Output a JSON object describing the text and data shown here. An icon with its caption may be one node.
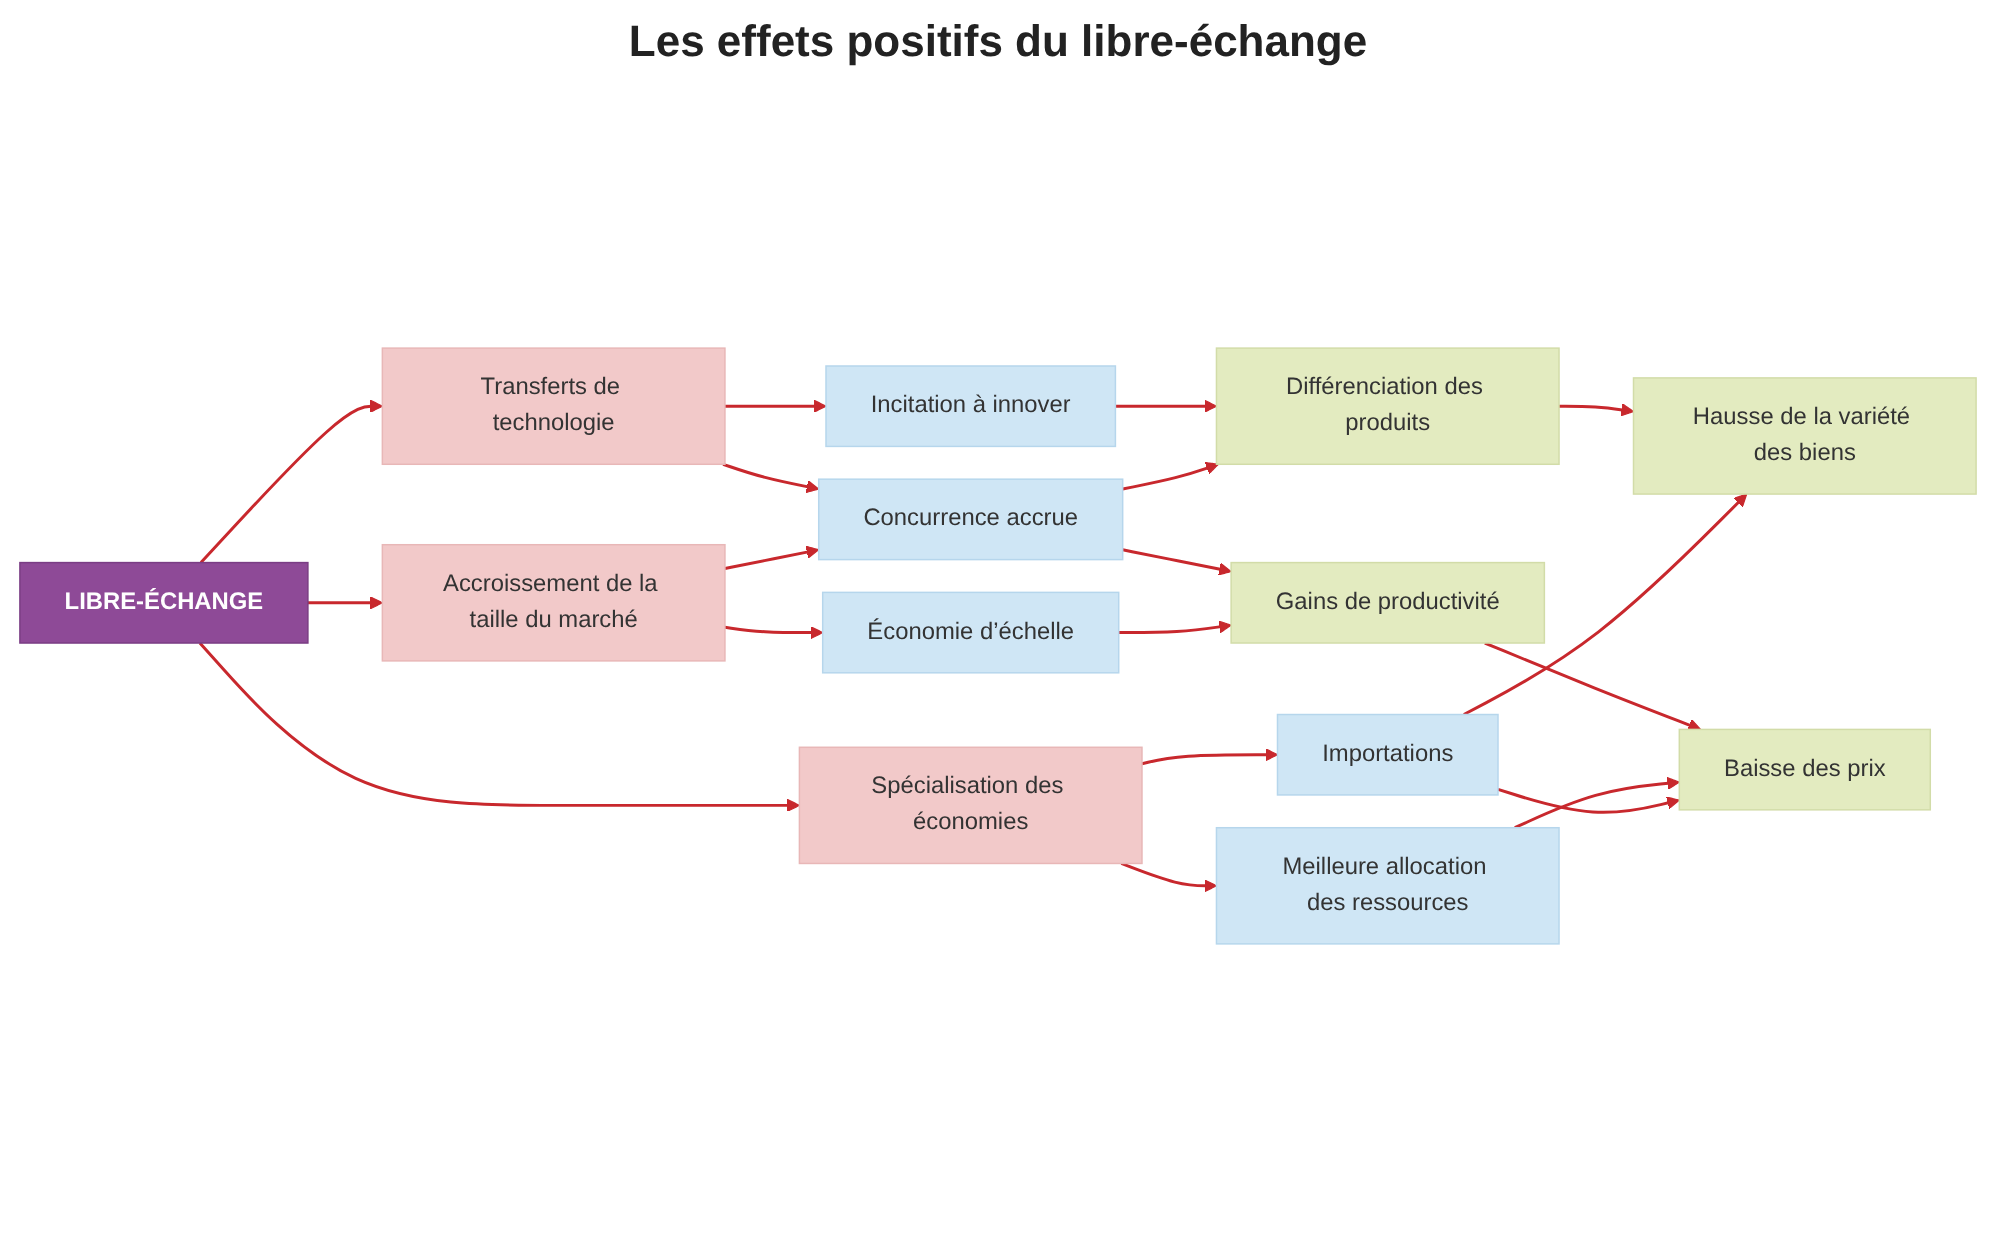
{
  "diagram": {
    "title": "Les effets positifs du libre-échange",
    "nodes": [
      {
        "text": [
          "LIBRE-ÉCHANGE"
        ]
      },
      {
        "text": [
          "Spécialisation des économies"
        ]
      },
      {
        "text": [
          "Accroissement de la taille du marché"
        ]
      },
      {
        "text": [
          "Transferts de technologie"
        ]
      },
      {
        "text": [
          "Importations"
        ]
      },
      {
        "text": [
          "Meilleure allocation des ressources"
        ]
      },
      {
        "text": [
          "Économie d’échelle"
        ]
      },
      {
        "text": [
          "Concurrence accrue"
        ]
      },
      {
        "text": [
          "Incitation à innover"
        ]
      },
      {
        "text": [
          "Hausse de la variété des biens"
        ]
      },
      {
        "text": [
          "Baisse des prix"
        ]
      },
      {
        "text": [
          "Gains de productivité"
        ]
      },
      {
        "text": [
          "Différenciation des produits"
        ]
      }
    ],
    "edges": [
      {
        "from": 0,
        "to": 1,
        "arrow": "to"
      },
      {
        "from": 0,
        "to": 2,
        "arrow": "to"
      },
      {
        "from": 0,
        "to": 3,
        "arrow": "to"
      },
      {
        "from": 1,
        "to": 4,
        "arrow": "to"
      },
      {
        "from": 1,
        "to": 5,
        "arrow": "to"
      },
      {
        "from": 2,
        "to": 6,
        "arrow": "to"
      },
      {
        "from": 2,
        "to": 7,
        "arrow": "to"
      },
      {
        "from": 3,
        "to": 7,
        "arrow": "to"
      },
      {
        "from": 3,
        "to": 8,
        "arrow": "to"
      },
      {
        "from": 4,
        "to": 9,
        "arrow": "to"
      },
      {
        "from": 4,
        "to": 10,
        "arrow": "to"
      },
      {
        "from": 5,
        "to": 10,
        "arrow": "to"
      },
      {
        "from": 6,
        "to": 11,
        "arrow": "to"
      },
      {
        "from": 7,
        "to": 11,
        "arrow": "to"
      },
      {
        "from": 7,
        "to": 12,
        "arrow": "to"
      },
      {
        "from": 8,
        "to": 12,
        "arrow": "to"
      },
      {
        "from": 11,
        "to": 10,
        "arrow": "to"
      },
      {
        "from": 12,
        "to": 9,
        "arrow": "to"
      }
    ]
  }
}
